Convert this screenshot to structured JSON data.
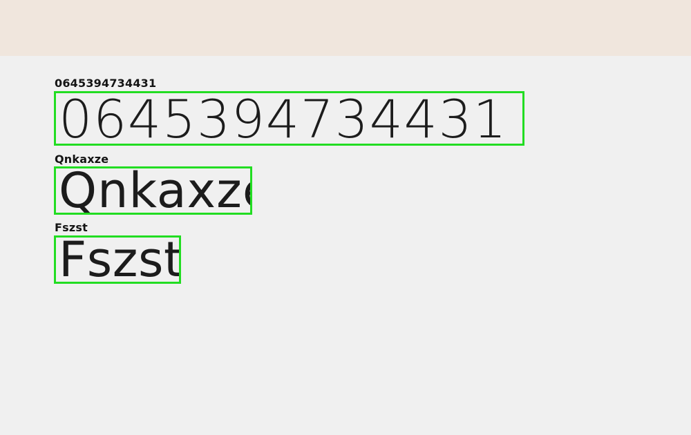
{
  "colors": {
    "background": "#f0f0f0",
    "top_band": "#f0e6dd",
    "box_border": "#22dd22",
    "text": "#141414"
  },
  "words": [
    {
      "small": "0645394734431",
      "large": "0645394734431"
    },
    {
      "small": "Qnkaxze",
      "large": "Qnkaxze"
    },
    {
      "small": "Fszst",
      "large": "Fszst"
    }
  ]
}
